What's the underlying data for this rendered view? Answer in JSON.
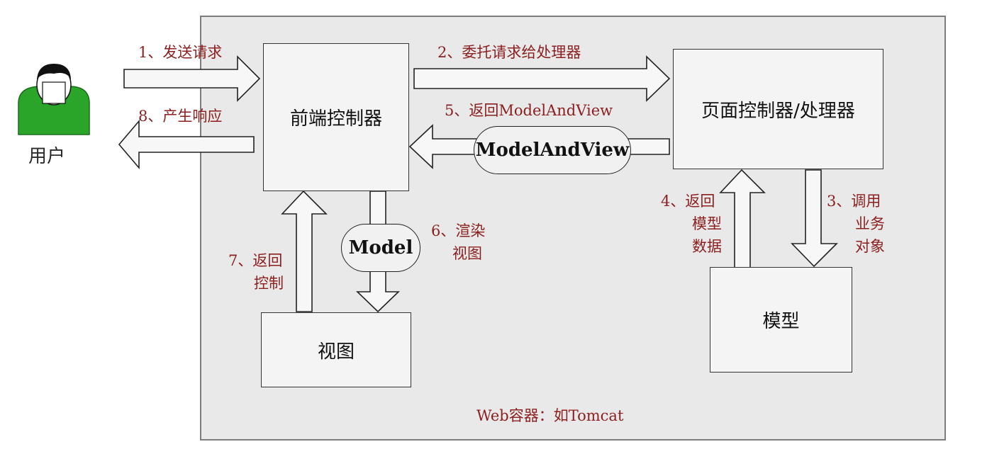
{
  "container_caption": "Web容器：如Tomcat",
  "user": {
    "label": "用户"
  },
  "boxes": {
    "front_controller": "前端控制器",
    "page_controller": "页面控制器/处理器",
    "view": "视图",
    "model": "模型"
  },
  "flows": {
    "step1": "1、发送请求",
    "step2": "2、委托请求给处理器",
    "step3": [
      "3、调用",
      "业务",
      "对象"
    ],
    "step4": [
      "4、返回",
      "模型",
      "数据"
    ],
    "step5": "5、返回ModelAndView",
    "step6": [
      "6、渲染",
      "视图"
    ],
    "step7": [
      "7、返回",
      "控制"
    ],
    "step8": "8、产生响应"
  },
  "pills": {
    "model_and_view": "ModelAndView",
    "model": "Model"
  },
  "colors": {
    "label": "#8b1f1f",
    "user_body": "#2aa52a",
    "container_bg": "#e9e9e9"
  }
}
